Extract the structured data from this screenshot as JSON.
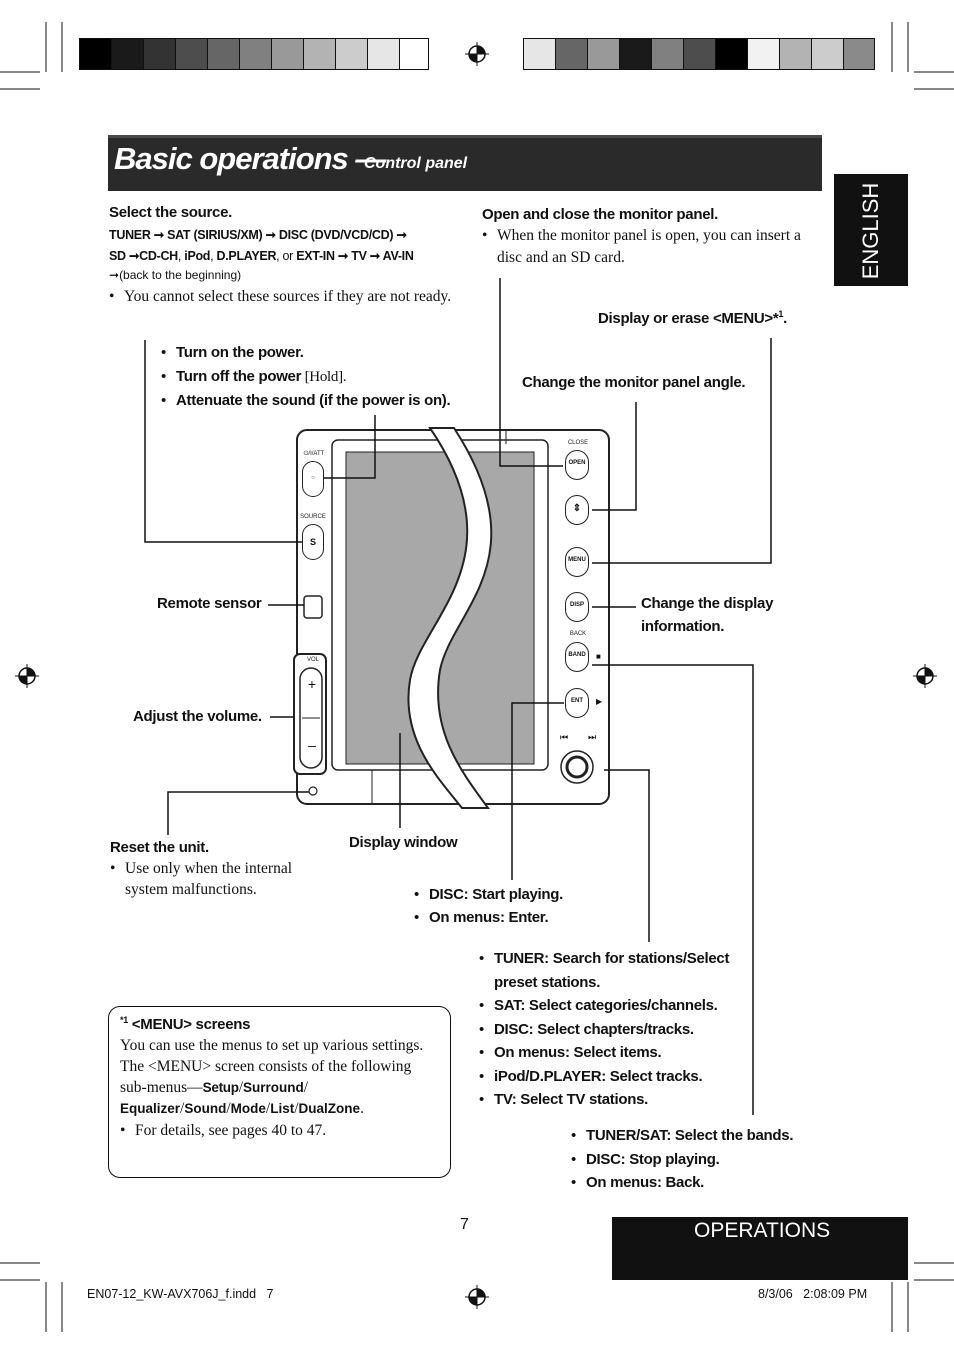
{
  "header": {
    "title": "Basic operations —",
    "subtitle": "Control panel"
  },
  "side_tabs": {
    "language": "ENGLISH",
    "section": "OPERATIONS"
  },
  "select_source": {
    "heading": "Select the source.",
    "line1": [
      "TUNER",
      "SAT (SIRIUS/XM)",
      "DISC (DVD/VCD/CD)"
    ],
    "line2_parts": [
      "SD",
      "CD-CH",
      ", ",
      "iPod",
      ", ",
      "D.PLAYER",
      ", or ",
      "EXT-IN",
      "TV",
      "AV-IN"
    ],
    "line3": "(back to the beginning)",
    "note": "You cannot select these sources if they are not ready."
  },
  "monitor_panel": {
    "heading": "Open and close the monitor panel.",
    "note": "When the monitor panel is open, you can insert a disc and an SD card."
  },
  "menu_display": {
    "label": "Display or erase <MENU>*",
    "sup": "1",
    "tail": "."
  },
  "power_items": [
    {
      "bold": "Turn on the power.",
      "normal": ""
    },
    {
      "bold": "Turn off the power",
      "normal": " [Hold]."
    },
    {
      "bold": "Attenuate the sound (if the power is on).",
      "normal": ""
    }
  ],
  "angle_label": "Change the monitor panel angle.",
  "remote_sensor": "Remote sensor",
  "disp_label": "Change the display information.",
  "volume_label": "Adjust the volume.",
  "reset": {
    "heading": "Reset the unit.",
    "note": "Use only when the internal system malfunctions."
  },
  "display_window": "Display window",
  "ent_items": [
    "DISC: Start playing.",
    "On menus: Enter."
  ],
  "knob_items": [
    "TUNER: Search for stations/Select preset stations.",
    "SAT: Select categories/channels.",
    "DISC: Select chapters/tracks.",
    "On menus: Select items.",
    "iPod/D.PLAYER: Select tracks.",
    "TV: Select TV stations."
  ],
  "band_items": [
    "TUNER/SAT: Select the bands.",
    "DISC: Stop playing.",
    "On menus: Back."
  ],
  "footnote": {
    "heading_sup": "*1",
    "heading": "<MENU> screens",
    "text1": "You can use the menus to set up various settings.",
    "text2_a": "The <MENU> screen consists of the following sub-menus—",
    "submenus": [
      "Setup",
      "Surround",
      "Equalizer",
      "Sound",
      "Mode",
      "List",
      "DualZone"
    ],
    "text2_end": ".",
    "bullet": "For details, see pages 40 to 47."
  },
  "device_labels": {
    "power": "⏻/I/ATT",
    "source": "SOURCE",
    "source_btn": "S",
    "vol": "VOL",
    "plus": "+",
    "minus": "–",
    "close": "CLOSE",
    "open": "OPEN",
    "menu": "MENU",
    "disp": "DISP",
    "back": "BACK",
    "band": "BAND",
    "ent": "ENT",
    "prev": "⏮",
    "next": "⏭",
    "stop": "■",
    "play": "▶"
  },
  "page_number": "7",
  "footer": {
    "file": "EN07-12_KW-AVX706J_f.indd   7",
    "timestamp": "8/3/06   2:08:09 PM"
  },
  "colors": {
    "header_bg": "#2a2a2a",
    "tab_bg": "#111111",
    "screen": "#a8a8a8"
  }
}
